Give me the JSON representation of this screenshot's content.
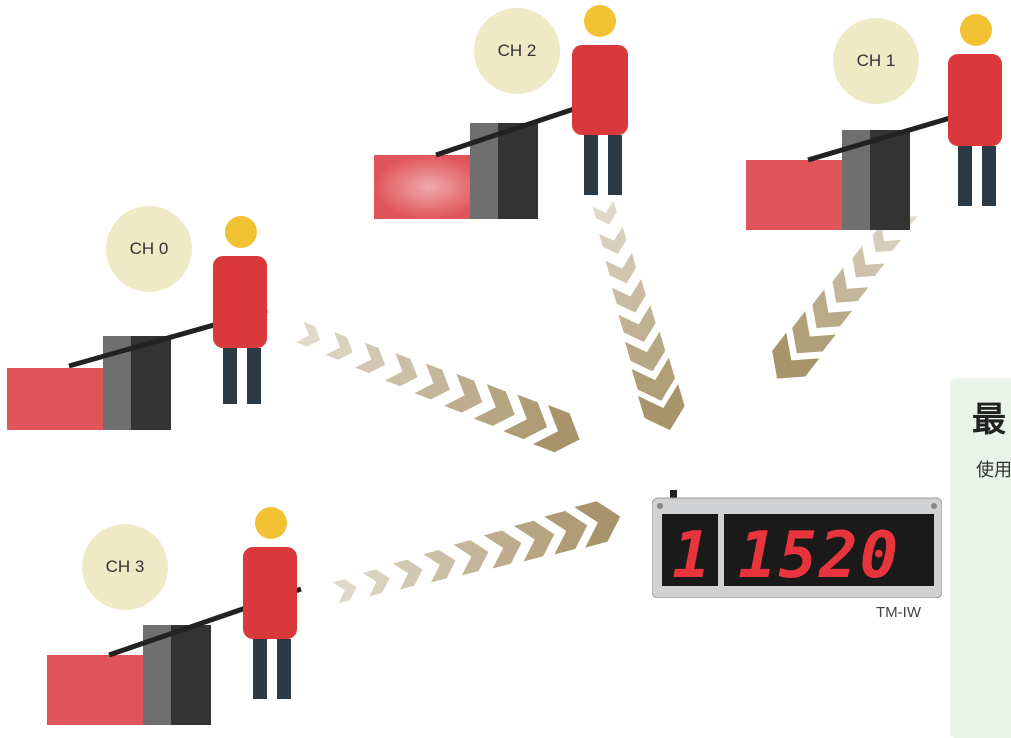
{
  "channels": [
    {
      "label": "CH 0"
    },
    {
      "label": "CH 1"
    },
    {
      "label": "CH 2"
    },
    {
      "label": "CH 3"
    }
  ],
  "device": {
    "model": "TM-IW",
    "display_channel": "1",
    "display_value": "1520"
  },
  "panel": {
    "title": "最",
    "subtitle": "使用"
  },
  "colors": {
    "arrow": "#a8946a",
    "circle": "#efe9c6",
    "digits": "#e8343c",
    "panel": "#eaf3ea"
  }
}
